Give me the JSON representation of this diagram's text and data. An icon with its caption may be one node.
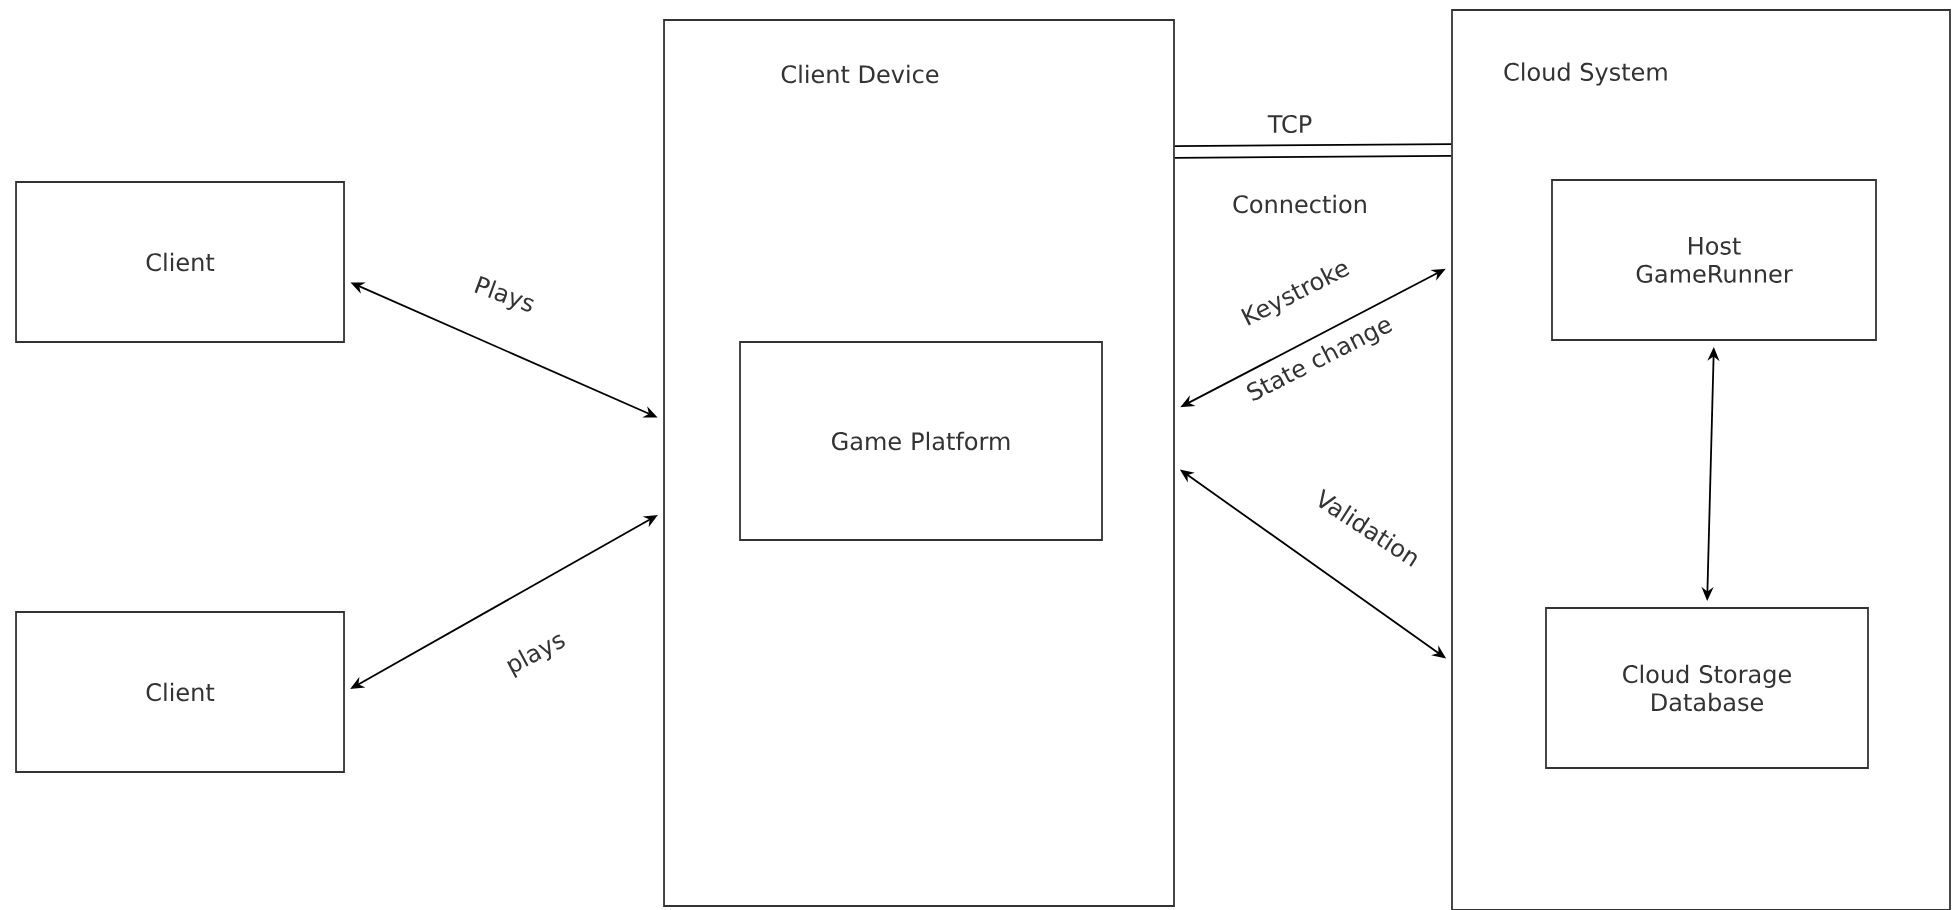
{
  "diagram": {
    "nodes": [
      {
        "text": [
          "Client"
        ]
      },
      {
        "text": [
          "Client"
        ]
      },
      {
        "text": [
          "Client Device"
        ]
      },
      {
        "text": [
          "Game Platform"
        ],
        "in": 2
      },
      {
        "text": [
          "Cloud System"
        ]
      },
      {
        "text": [
          "Host GameRunner"
        ],
        "in": 4
      },
      {
        "text": [
          "Cloud Storage Database"
        ],
        "in": 4
      }
    ],
    "edges": [
      {
        "from": 0,
        "to": 2,
        "arrow": "both",
        "label": "Plays"
      },
      {
        "from": 1,
        "to": 2,
        "arrow": "both",
        "label": "plays"
      },
      {
        "from": 2,
        "to": 4,
        "arrow": "both",
        "label": "Keystroke"
      },
      {
        "from": 2,
        "to": 4,
        "arrow": "both",
        "label": "Validation"
      },
      {
        "from": 2,
        "to": 4,
        "arrow": "none",
        "label": "TCP",
        "style": "thick"
      },
      {
        "from": 5,
        "to": 6,
        "arrow": "both"
      }
    ],
    "labels": [
      "Connection",
      "State change"
    ]
  }
}
